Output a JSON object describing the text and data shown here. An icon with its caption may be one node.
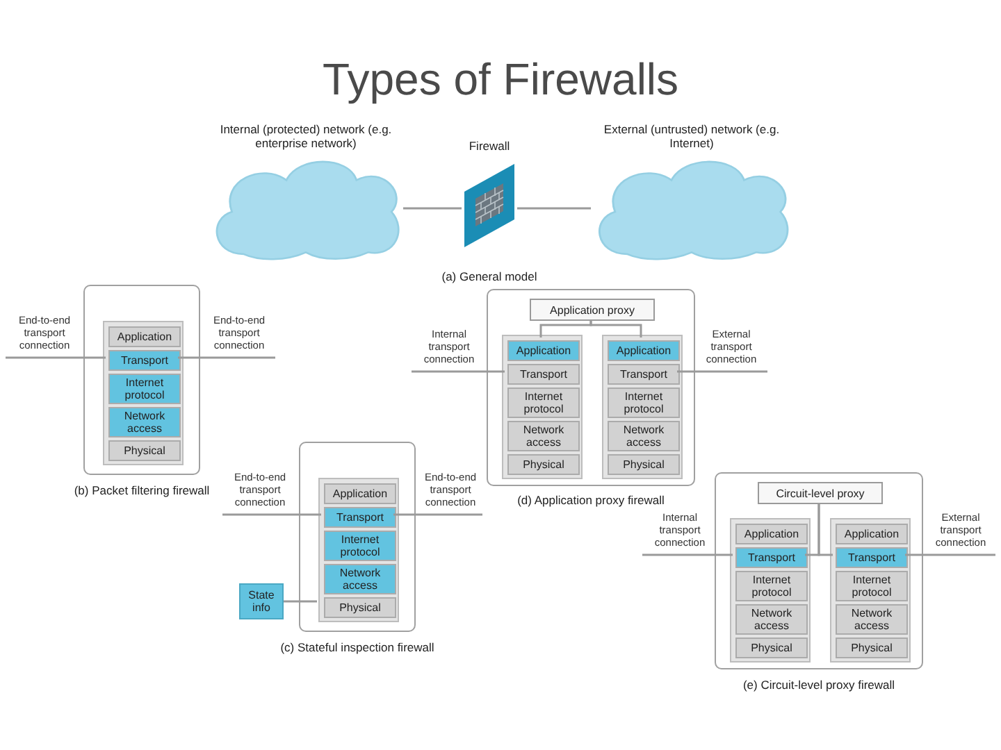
{
  "diagram": {
    "title": "Types of Firewalls",
    "nodes": [
      {
        "text": [
          "Internal (protected) network (e.g. enterprise network)"
        ]
      },
      {
        "text": [
          "Firewall"
        ]
      },
      {
        "text": [
          "External (untrusted) network (e.g. Internet)"
        ]
      },
      {
        "text": [],
        "shape": "box"
      },
      {
        "text": [],
        "shape": "box",
        "in": 3
      },
      {
        "text": [
          "Application"
        ],
        "in": 4
      },
      {
        "text": [
          "Transport"
        ],
        "in": 4
      },
      {
        "text": [
          "Internet protocol"
        ],
        "in": 4
      },
      {
        "text": [
          "Network access"
        ],
        "in": 4
      },
      {
        "text": [
          "Physical"
        ],
        "in": 4
      },
      {
        "text": [],
        "shape": "box"
      },
      {
        "text": [
          "Application proxy"
        ],
        "in": 10
      },
      {
        "text": [],
        "shape": "box",
        "in": 10
      },
      {
        "text": [
          "Application"
        ],
        "in": 12
      },
      {
        "text": [
          "Transport"
        ],
        "in": 12
      },
      {
        "text": [
          "Internet protocol"
        ],
        "in": 12
      },
      {
        "text": [
          "Network access"
        ],
        "in": 12
      },
      {
        "text": [
          "Physical"
        ],
        "in": 12
      },
      {
        "text": [],
        "shape": "box",
        "in": 10
      },
      {
        "text": [
          "Application"
        ],
        "in": 18
      },
      {
        "text": [
          "Transport"
        ],
        "in": 18
      },
      {
        "text": [
          "Internet protocol"
        ],
        "in": 18
      },
      {
        "text": [
          "Network access"
        ],
        "in": 18
      },
      {
        "text": [
          "Physical"
        ],
        "in": 18
      },
      {
        "text": [],
        "shape": "box"
      },
      {
        "text": [],
        "shape": "box",
        "in": 24
      },
      {
        "text": [
          "Application"
        ],
        "in": 25
      },
      {
        "text": [
          "Transport"
        ],
        "in": 25
      },
      {
        "text": [
          "Internet protocol"
        ],
        "in": 25
      },
      {
        "text": [
          "Network access"
        ],
        "in": 25
      },
      {
        "text": [
          "Physical"
        ],
        "in": 25
      },
      {
        "text": [
          "State info"
        ]
      },
      {
        "text": [],
        "shape": "box"
      },
      {
        "text": [
          "Circuit-level proxy"
        ],
        "in": 32
      },
      {
        "text": [],
        "shape": "box",
        "in": 32
      },
      {
        "text": [
          "Application"
        ],
        "in": 34
      },
      {
        "text": [
          "Transport"
        ],
        "in": 34
      },
      {
        "text": [
          "Internet protocol"
        ],
        "in": 34
      },
      {
        "text": [
          "Network access"
        ],
        "in": 34
      },
      {
        "text": [
          "Physical"
        ],
        "in": 34
      },
      {
        "text": [],
        "shape": "box",
        "in": 32
      },
      {
        "text": [
          "Application"
        ],
        "in": 40
      },
      {
        "text": [
          "Transport"
        ],
        "in": 40
      },
      {
        "text": [
          "Internet protocol"
        ],
        "in": 40
      },
      {
        "text": [
          "Network access"
        ],
        "in": 40
      },
      {
        "text": [
          "Physical"
        ],
        "in": 40
      }
    ],
    "edges": [
      {
        "from": 0,
        "to": 1,
        "arrow": "none"
      },
      {
        "from": 1,
        "to": 2,
        "arrow": "none"
      },
      {
        "from": null,
        "to": 6,
        "arrow": "none",
        "label": "End-to-end transport connection"
      },
      {
        "from": 6,
        "to": null,
        "arrow": "none",
        "label": "End-to-end transport connection"
      },
      {
        "from": 11,
        "to": 13,
        "arrow": "none"
      },
      {
        "from": 11,
        "to": 19,
        "arrow": "none"
      },
      {
        "from": null,
        "to": 14,
        "arrow": "none",
        "label": "Internal transport connection"
      },
      {
        "from": 20,
        "to": null,
        "arrow": "none",
        "label": "External transport connection"
      },
      {
        "from": null,
        "to": 27,
        "arrow": "none",
        "label": "End-to-end transport connection"
      },
      {
        "from": 27,
        "to": null,
        "arrow": "none",
        "label": "End-to-end transport connection"
      },
      {
        "from": 31,
        "to": 25,
        "arrow": "none"
      },
      {
        "from": 33,
        "to": 36,
        "arrow": "none"
      },
      {
        "from": 33,
        "to": 42,
        "arrow": "none"
      },
      {
        "from": null,
        "to": 36,
        "arrow": "none",
        "label": "Internal transport connection"
      },
      {
        "from": 42,
        "to": null,
        "arrow": "none",
        "label": "External transport connection"
      }
    ],
    "labels": [
      "(a) General model",
      "(b) Packet filtering firewall",
      "(d) Application proxy firewall",
      "(c) Stateful inspection firewall",
      "(e) Circuit-level proxy firewall"
    ]
  }
}
